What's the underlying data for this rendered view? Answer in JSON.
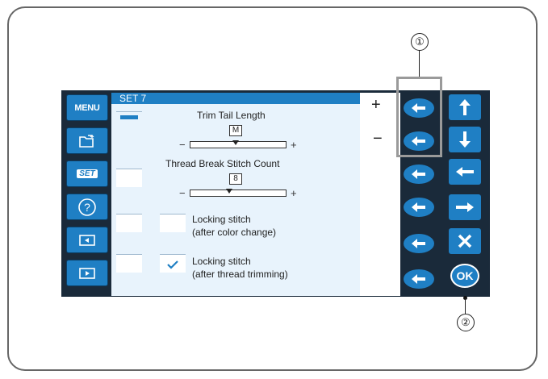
{
  "callouts": {
    "one": "①",
    "two": "②"
  },
  "left_buttons": [
    {
      "name": "menu",
      "label": "MENU"
    },
    {
      "name": "folder",
      "icon": "folder-icon"
    },
    {
      "name": "set",
      "label": "SET"
    },
    {
      "name": "help",
      "label": "?"
    },
    {
      "name": "page-prev",
      "icon": "page-back-icon"
    },
    {
      "name": "page-next",
      "icon": "page-forward-icon"
    }
  ],
  "screen": {
    "title": "SET 7",
    "trim_tail": {
      "label": "Trim Tail Length",
      "value": "M",
      "minus": "−",
      "plus": "+"
    },
    "thread_break": {
      "label": "Thread Break Stitch Count",
      "value": "8",
      "minus": "−",
      "plus": "+"
    },
    "lock_color": {
      "line1": "Locking stitch",
      "line2": "(after color change)",
      "checked": false
    },
    "lock_trim": {
      "line1": "Locking stitch",
      "line2": "(after thread trimming)",
      "checked": true
    }
  },
  "pm_keys": {
    "plus": "+",
    "minus": "−"
  },
  "right_buttons": {
    "ok_label": "OK"
  },
  "colors": {
    "accent": "#1f7fc4",
    "screen_bg": "#e8f3fc",
    "device_bg": "#1a2a3a"
  }
}
